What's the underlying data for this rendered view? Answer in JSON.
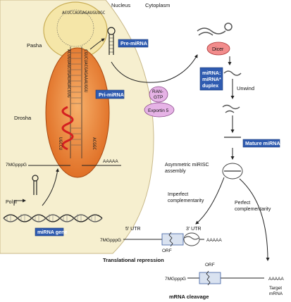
{
  "compartments": {
    "nucleus": "Nucleus",
    "cytoplasm": "Cytoplasm"
  },
  "proteins": {
    "pasha": "Pasha",
    "drosha": "Drosha",
    "dicer": "Dicer",
    "ran_gtp": "RAN-\nGTP",
    "exportin": "Exportin 5"
  },
  "boxes": {
    "pre_mirna": "Pre-miRNA",
    "pri_mirna": "Pri-miRNA",
    "duplex": "miRNA:\nmiRNA*\nduplex",
    "mature_mirna": "Mature miRNA",
    "mirna_gene": "miRNA gene"
  },
  "labels": {
    "cap_pri": "7MGpppG",
    "polya_pri": "AAAAA",
    "pol2": "Pol II",
    "unwind": "Unwind",
    "asym": "Asymmetric miRISC\nassembly",
    "imperfect": "Imperfect\ncomplementarity",
    "perfect": "Perfect\ncomplementarity",
    "utr5": "5′ UTR",
    "utr3": "3′ UTR",
    "cap_m1": "7MGpppG",
    "polya_m1": "AAAAA",
    "orf1": "ORF",
    "repression": "Translational repression",
    "cap_m2": "7MGpppG",
    "orf2": "ORF",
    "polya_m2": "AAAAA",
    "target": "Target\nmRNA",
    "cleavage": "mRNA cleavage"
  },
  "sequence": {
    "loop": "ACUCCAUGAGAUGUUGC",
    "left_arm": "ACUGUAGCUGAUAGACUUG",
    "right_arm": "CGUCUACGAGAAAUGGU",
    "bottom_left": "UGCCU",
    "bottom_right": "ACGGC"
  },
  "colors": {
    "nucleus_fill": "#f6efcf",
    "drosha_fill": "#e8782a",
    "pasha_fill": "#f5e6a8",
    "dicer_fill": "#f28c8c",
    "exportin_fill": "#e6b3e6",
    "box_fill": "#2f5bb0",
    "highlight": "#d42020"
  }
}
